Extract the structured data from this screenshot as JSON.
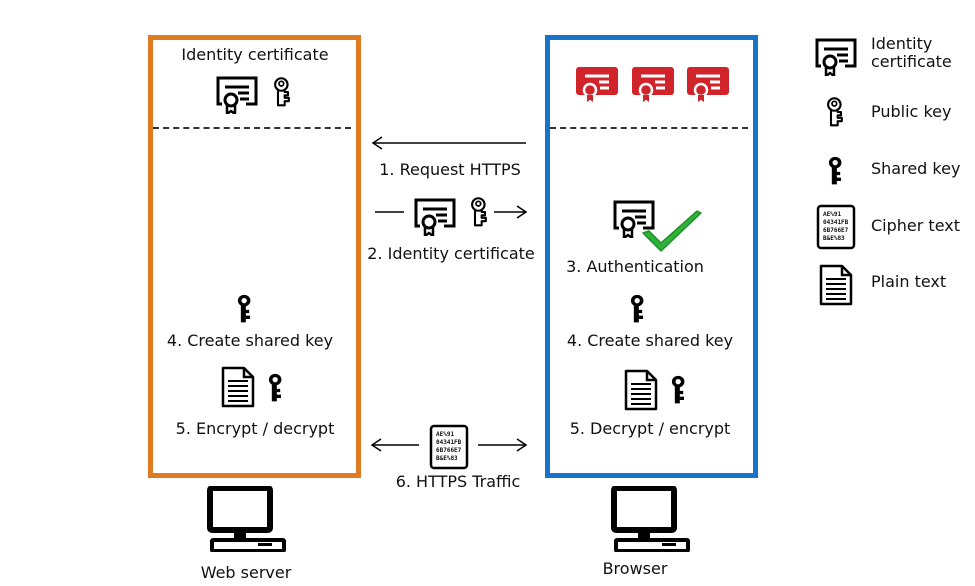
{
  "server": {
    "header": "Identity certificate",
    "steps": [
      "4. Create shared key",
      "5. Encrypt / decrypt"
    ],
    "caption": "Web server",
    "border_color": "#e07b22"
  },
  "browser": {
    "steps": [
      "3. Authentication",
      "4. Create shared key",
      "5. Decrypt / encrypt"
    ],
    "caption": "Browser",
    "border_color": "#1874c8",
    "cert_color": "#d0232a",
    "check_color": "#2fb13a"
  },
  "flow": [
    "1. Request HTTPS",
    "2. Identity certificate",
    "6. HTTPS Traffic"
  ],
  "cipher_sample": [
    "AE%91",
    "04341FB",
    "6B766E7",
    "B&E%83"
  ],
  "legend": [
    {
      "icon": "certificate-icon",
      "label_lines": [
        "Identity",
        "certificate"
      ]
    },
    {
      "icon": "public-key-icon",
      "label_lines": [
        "Public key"
      ]
    },
    {
      "icon": "shared-key-icon",
      "label_lines": [
        "Shared key"
      ]
    },
    {
      "icon": "cipher-text-icon",
      "label_lines": [
        "Cipher text"
      ]
    },
    {
      "icon": "plain-text-icon",
      "label_lines": [
        "Plain text"
      ]
    }
  ]
}
